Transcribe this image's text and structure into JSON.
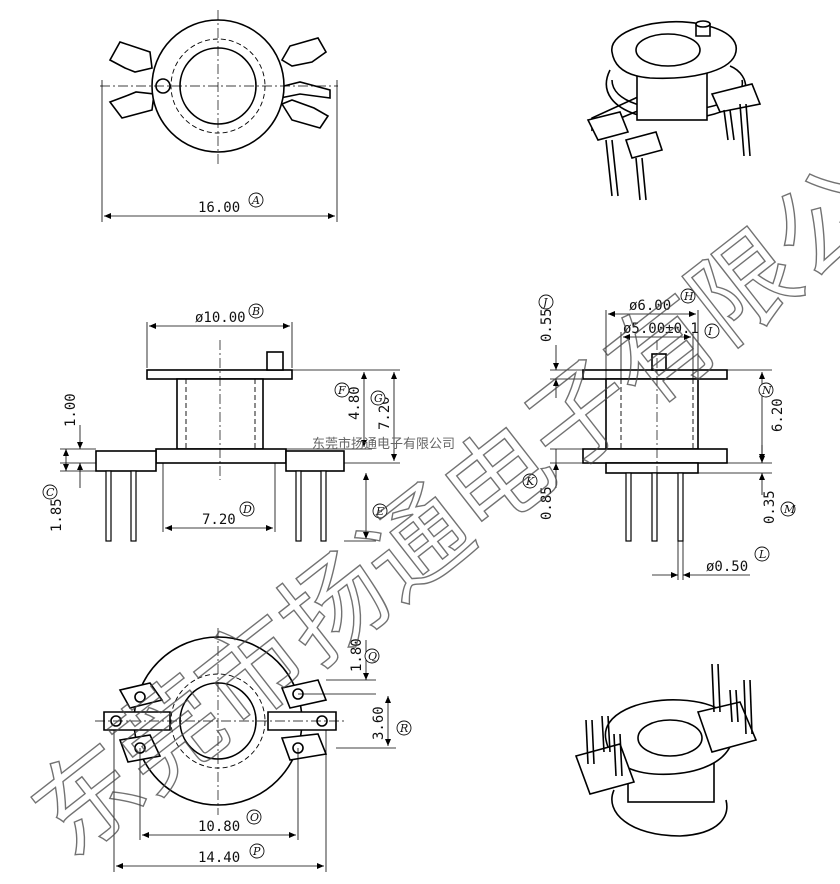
{
  "watermark": {
    "large": "东莞市扬通电子有限公司",
    "small": "东莞市扬通电子有限公司"
  },
  "dimensions": {
    "A": {
      "value": "16.00",
      "tag": "A"
    },
    "B": {
      "value": "ø10.00",
      "tag": "B"
    },
    "C": {
      "value": "1.85",
      "tag": "C"
    },
    "D": {
      "value": "7.20",
      "tag": "D"
    },
    "E": {
      "tag": "E"
    },
    "F": {
      "value": "4.80",
      "tag": "F"
    },
    "G": {
      "value": "7.20",
      "tag": "G"
    },
    "H": {
      "value": "ø6.00",
      "tag": "H"
    },
    "I": {
      "value": "ø5.00±0.1",
      "tag": "I"
    },
    "J": {
      "value": "0.55",
      "tag": "J"
    },
    "K": {
      "value": "0.85",
      "tag": "K"
    },
    "L": {
      "value": "ø0.50",
      "tag": "L"
    },
    "M": {
      "value": "0.35",
      "tag": "M"
    },
    "N": {
      "value": "6.20",
      "tag": "N"
    },
    "O": {
      "value": "10.80",
      "tag": "O"
    },
    "P": {
      "value": "14.40",
      "tag": "P"
    },
    "Q": {
      "value": "1.80",
      "tag": "Q"
    },
    "R": {
      "value": "3.60",
      "tag": "R"
    },
    "flange": {
      "value": "1.00"
    }
  }
}
